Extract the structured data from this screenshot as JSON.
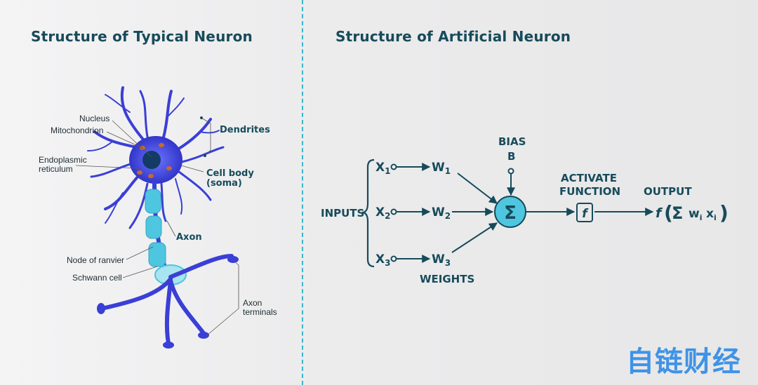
{
  "left": {
    "title": "Structure of Typical Neuron",
    "labels": {
      "nucleus": "Nucleus",
      "mitochondrion": "Mitochondrion",
      "er_line1": "Endoplasmic",
      "er_line2": "reticulum",
      "dendrites": "Dendrites",
      "cell_body_line1": "Cell body",
      "cell_body_line2": "(soma)",
      "axon": "Axon",
      "node": "Node of  ranvier",
      "schwann": "Schwann cell",
      "terminals_line1": "Axon",
      "terminals_line2": "terminals"
    }
  },
  "right": {
    "title": "Structure of Artificial Neuron",
    "inputs_label": "INPUTS",
    "inputs": [
      {
        "name": "X",
        "sub": "1"
      },
      {
        "name": "X",
        "sub": "2"
      },
      {
        "name": "X",
        "sub": "3"
      }
    ],
    "weights": [
      {
        "name": "W",
        "sub": "1"
      },
      {
        "name": "W",
        "sub": "2"
      },
      {
        "name": "W",
        "sub": "3"
      }
    ],
    "weights_label": "WEIGHTS",
    "bias_line1": "BIAS",
    "bias_line2": "B",
    "sum_symbol": "Σ",
    "activate_line1": "ACTIVATE",
    "activate_line2": "FUNCTION",
    "function_symbol": "f",
    "output_label": "OUTPUT",
    "output_formula": {
      "f": "f",
      "paren_open": "(",
      "sigma": "Σ",
      "w": "w",
      "w_sub": "i",
      "x": "x",
      "x_sub": "i",
      "paren_close": ")"
    }
  },
  "watermark": "自链财经",
  "colors": {
    "title": "#174b5a",
    "neuron": "#3a3fd6",
    "accent": "#3bb3cf",
    "sum_fill": "#4fc6e0",
    "watermark": "#2d8ae6"
  }
}
